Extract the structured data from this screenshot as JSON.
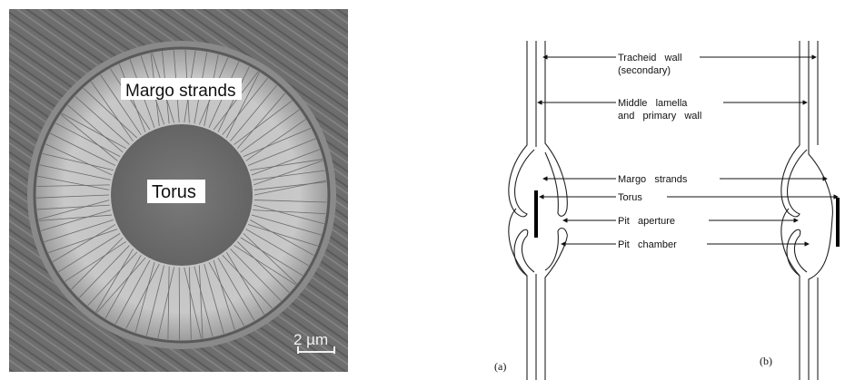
{
  "micrograph": {
    "labels": {
      "margo": "Margo strands",
      "torus": "Torus",
      "scale": "2 µm"
    }
  },
  "diagram": {
    "labels": {
      "tracheid_wall": "Tracheid   wall",
      "tracheid_wall_sub": "(secondary)",
      "middle_lamella": "Middle   lamella",
      "middle_lamella_sub": "and   primary   wall",
      "margo_strands": "Margo   strands",
      "torus": "Torus",
      "pit_aperture": "Pit   aperture",
      "pit_chamber": "Pit   chamber"
    },
    "panel_a": "(a)",
    "panel_b": "(b)"
  }
}
